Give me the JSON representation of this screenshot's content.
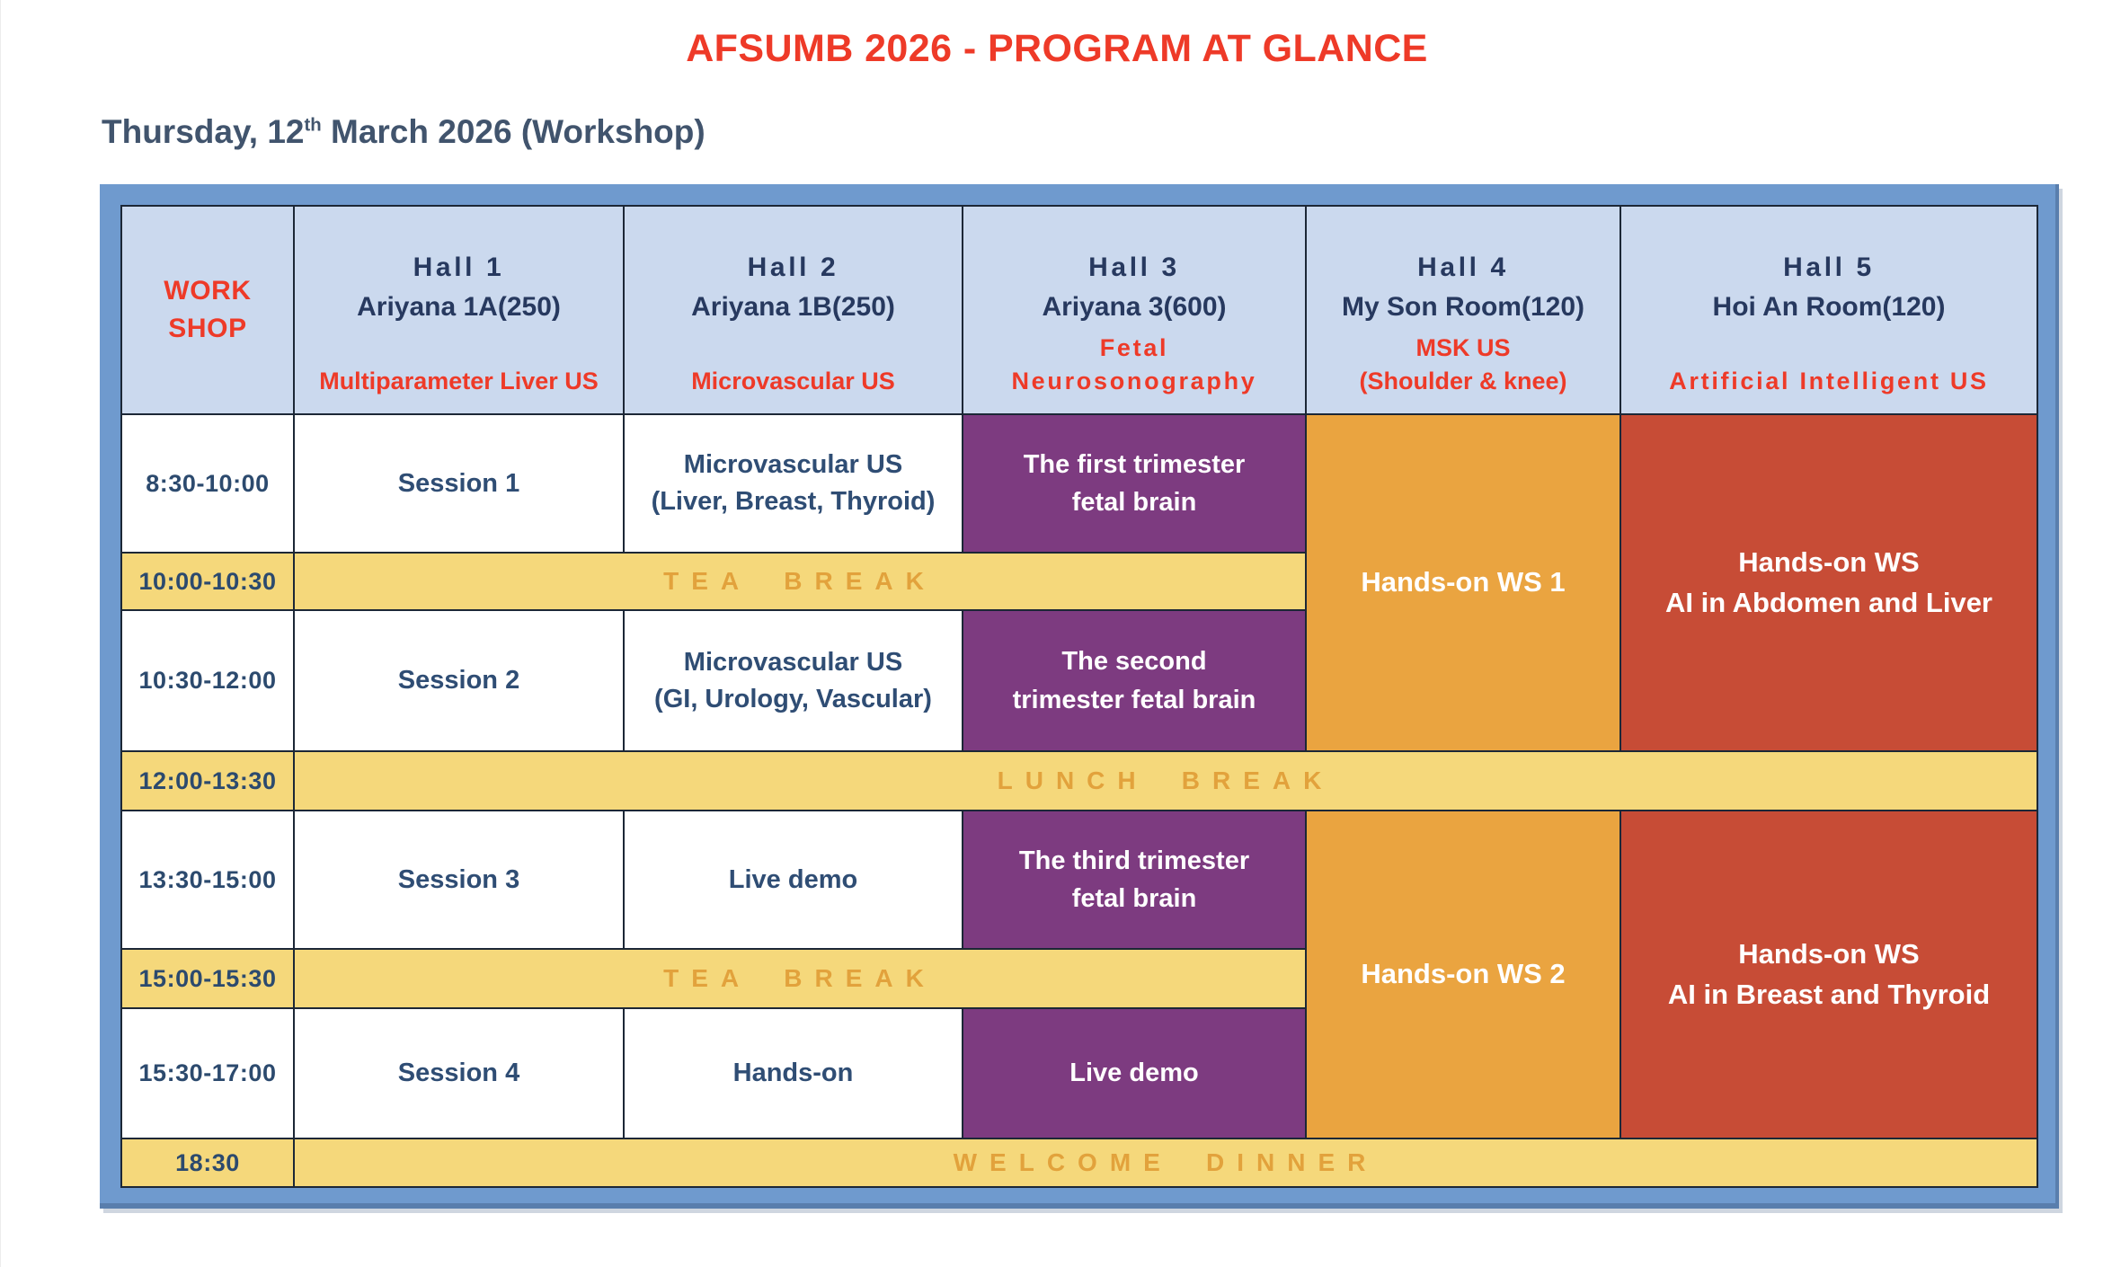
{
  "page": {
    "title": "AFSUMB 2026 - PROGRAM AT GLANCE",
    "date_prefix": "Thursday, 12",
    "date_sup": "th",
    "date_suffix": " March 2026 (Workshop)"
  },
  "colors": {
    "accent_red": "#ee3a28",
    "navy_text": "#2f4d74",
    "frame_blue": "#6f9ace",
    "header_blue": "#cbd9ee",
    "purple_cell": "#7d3b80",
    "orange_cell": "#eaa440",
    "brick_cell": "#c74c36",
    "yellow_band": "#f5d87b",
    "break_text_orange": "#e2a23c"
  },
  "table": {
    "corner": {
      "line1": "WORK",
      "line2": "SHOP"
    },
    "halls": [
      {
        "name": "Hall 1",
        "room": "Ariyana 1A(250)",
        "topic1": "Multiparameter Liver US",
        "topic2": ""
      },
      {
        "name": "Hall 2",
        "room": "Ariyana 1B(250)",
        "topic1": "Microvascular US",
        "topic2": ""
      },
      {
        "name": "Hall 3",
        "room": "Ariyana 3(600)",
        "topic1": "Fetal",
        "topic2": "Neurosonography"
      },
      {
        "name": "Hall 4",
        "room": "My Son Room(120)",
        "topic1": "MSK US",
        "topic2": "(Shoulder & knee)"
      },
      {
        "name": "Hall 5",
        "room": "Hoi An Room(120)",
        "topic1": "Artificial Intelligent US",
        "topic2": ""
      }
    ],
    "times": [
      "8:30-10:00",
      "10:00-10:30",
      "10:30-12:00",
      "12:00-13:30",
      "13:30-15:00",
      "15:00-15:30",
      "15:30-17:00",
      "18:30"
    ],
    "breaks": {
      "tea": "TEA BREAK",
      "lunch": "LUNCH BREAK",
      "dinner": "WELCOME DINNER"
    },
    "cells": {
      "session1": "Session 1",
      "micro1a": "Microvascular US",
      "micro1b": "(Liver, Breast, Thyroid)",
      "fetal1a": "The first trimester",
      "fetal1b": "fetal brain",
      "ws1": "Hands-on WS 1",
      "ai1a": "Hands-on WS",
      "ai1b": "AI in Abdomen and Liver",
      "session2": "Session 2",
      "micro2a": "Microvascular US",
      "micro2b": "(GI, Urology, Vascular)",
      "fetal2a": "The second",
      "fetal2b": "trimester fetal brain",
      "session3": "Session 3",
      "livedemo2": "Live demo",
      "fetal3a": "The third trimester",
      "fetal3b": "fetal brain",
      "ws2": "Hands-on WS 2",
      "ai2a": "Hands-on WS",
      "ai2b": "AI in Breast and Thyroid",
      "session4": "Session 4",
      "handson2": "Hands-on",
      "livedemo3": "Live demo"
    }
  }
}
